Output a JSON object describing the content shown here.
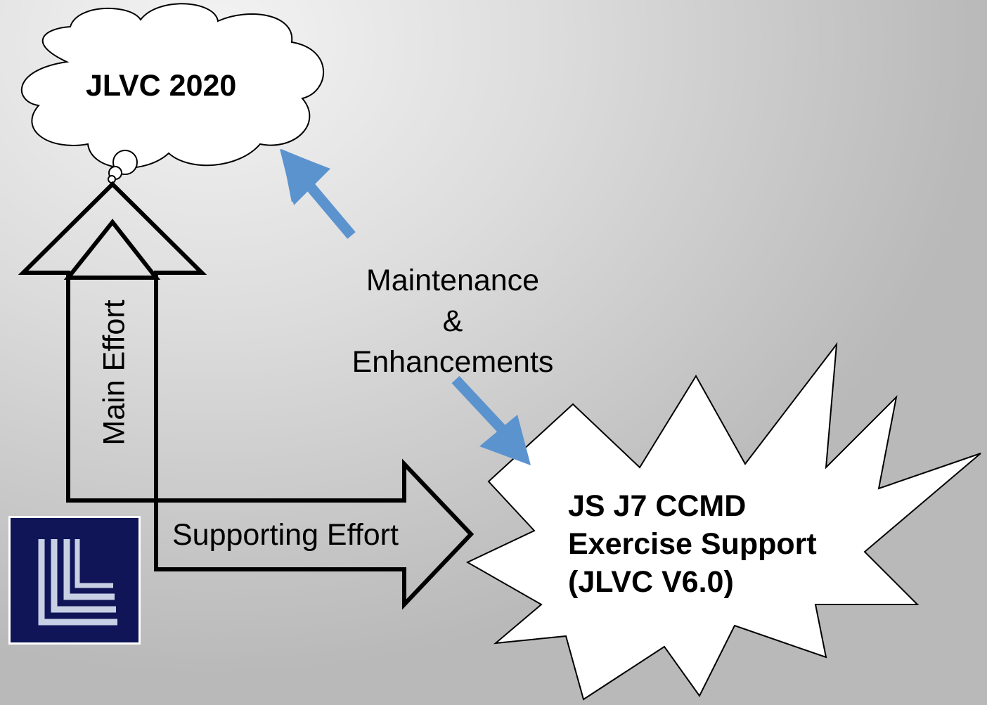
{
  "cloud": {
    "label": "JLVC 2020"
  },
  "main_effort": {
    "label": "Main Effort"
  },
  "supporting_effort": {
    "label": "Supporting Effort"
  },
  "maintenance": {
    "line1": "Maintenance",
    "line2": "&",
    "line3": "Enhancements"
  },
  "burst": {
    "line1": "JS J7 CCMD",
    "line2": "Exercise Support",
    "line3": "(JLVC V6.0)"
  },
  "logo": {
    "icon": "llnl-logo-icon"
  },
  "colors": {
    "arrow_blue": "#5b93cf",
    "logo_navy": "#0f1557"
  }
}
